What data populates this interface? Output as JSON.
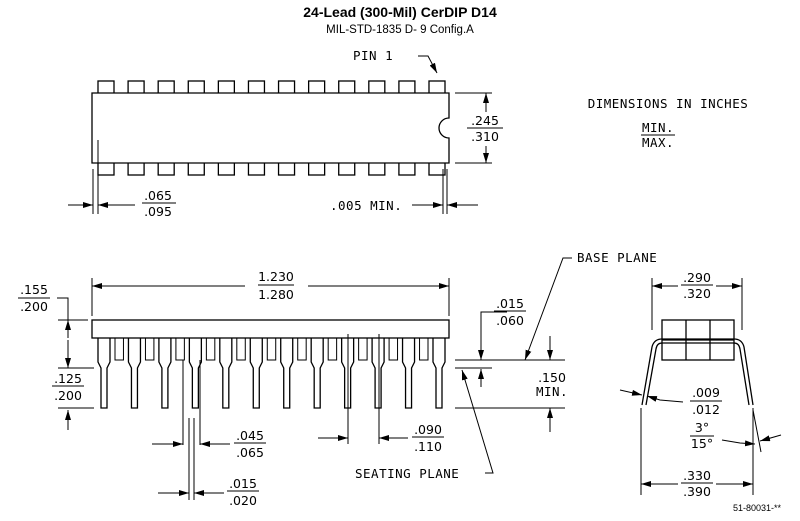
{
  "header": {
    "title": "24-Lead (300-Mil) CerDIP D14",
    "subtitle": "MIL-STD-1835  D- 9 Config.A"
  },
  "legend": {
    "units_label": "DIMENSIONS IN INCHES",
    "min_label": "MIN.",
    "max_label": "MAX."
  },
  "top_view": {
    "pin_count_per_side": 12,
    "pin1_label": "PIN 1",
    "body_width": {
      "min": ".245",
      "max": ".310"
    },
    "end_lead_width": {
      "min": ".065",
      "max": ".095"
    },
    "end_clearance": ".005 MIN."
  },
  "side_view": {
    "body_length": {
      "min": "1.230",
      "max": "1.280"
    },
    "body_height": {
      "min": ".155",
      "max": ".200"
    },
    "lead_length": {
      "min": ".125",
      "max": ".200"
    },
    "standoff": {
      "min": ".015",
      "max": ".060"
    },
    "seating_height": {
      "value": ".150",
      "note": "MIN."
    },
    "base_plane_label": "BASE PLANE",
    "seating_plane_label": "SEATING PLANE",
    "shoulder_width": {
      "min": ".045",
      "max": ".065"
    },
    "lead_width": {
      "min": ".015",
      "max": ".020"
    },
    "pin_pitch": {
      "min": ".090",
      "max": ".110"
    }
  },
  "end_view": {
    "body_width": {
      "min": ".290",
      "max": ".320"
    },
    "lead_thickness": {
      "min": ".009",
      "max": ".012"
    },
    "lead_angle": {
      "min": "3°",
      "max": "15°"
    },
    "lead_span": {
      "min": ".330",
      "max": ".390"
    }
  },
  "document_number": "51-80031-**"
}
